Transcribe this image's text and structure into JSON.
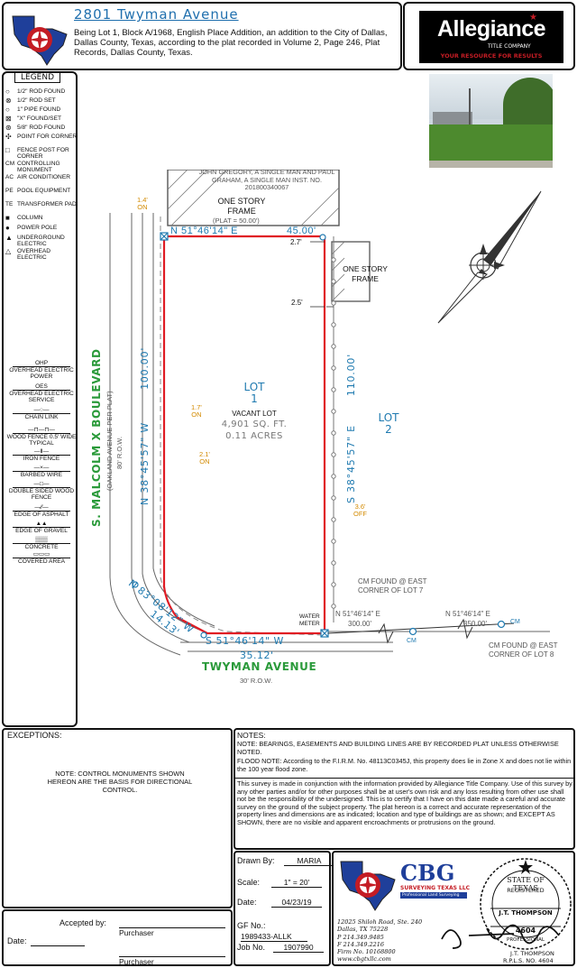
{
  "header": {
    "title": "2801 Twyman Avenue",
    "description": "Being Lot 1, Block A/1968, English Place Addition, an addition to the City of Dallas, Dallas County, Texas, according to the plat recorded in Volume 2, Page 246, Plat Records, Dallas County, Texas.",
    "brand_name": "Allegiance",
    "brand_sub": "TITLE COMPANY",
    "brand_tagline": "YOUR RESOURCE FOR RESULTS"
  },
  "legend": {
    "title": "LEGEND",
    "items": [
      "1/2\" ROD FOUND",
      "1/2\" ROD SET",
      "1\" PIPE FOUND",
      "\"X\" FOUND/SET",
      "5/8\" ROD FOUND",
      "POINT FOR CORNER",
      "FENCE POST FOR CORNER",
      "CONTROLLING MONUMENT",
      "AIR CONDITIONER",
      "POOL EQUIPMENT",
      "TRANSFORMER PAD",
      "COLUMN",
      "POWER POLE",
      "UNDERGROUND ELECTRIC",
      "OVERHEAD ELECTRIC"
    ],
    "prefixes": [
      "",
      "",
      "",
      "",
      "",
      "",
      "",
      "CM",
      "AC",
      "PE",
      "TE",
      "",
      "",
      "",
      ""
    ],
    "lines": [
      "OVERHEAD ELECTRIC POWER",
      "OVERHEAD ELECTRIC SERVICE",
      "CHAIN LINK",
      "WOOD FENCE 0.5' WIDE TYPICAL",
      "IRON FENCE",
      "BARBED WIRE",
      "DOUBLE SIDED WOOD FENCE",
      "EDGE OF ASPHALT",
      "EDGE OF GRAVEL",
      "CONCRETE",
      "COVERED AREA"
    ],
    "line_codes": [
      "OHP",
      "OES"
    ]
  },
  "plat": {
    "neighbor_owner": "JOHN GREGORY, A SINGLE MAN AND PAUL GRAHAM, A SINGLE MAN INST. NO. 201800340067",
    "one_story_frame_1": "ONE STORY FRAME",
    "plat_dim": "(PLAT = 50.00')",
    "one_story_frame_2": "ONE STORY FRAME",
    "top_bearing": "N 51°46'14\" E",
    "top_dist": "45.00'",
    "d_2_7": "2.7'",
    "d_2_5": "2.5'",
    "d_1_4": "1.4'",
    "d_1_4_sub": "ON",
    "d_1_7": "1.7'",
    "d_1_7_sub": "ON",
    "d_2_1": "2.1'",
    "d_2_1_sub": "ON",
    "d_3_6": "3.6'",
    "d_3_6_sub": "OFF",
    "lot1": "LOT",
    "lot1_num": "1",
    "vacant": "VACANT LOT",
    "area_sqft": "4,901 SQ. FT.",
    "area_acres": "0.11 ACRES",
    "lot2": "LOT",
    "lot2_num": "2",
    "east_bearing": "S 38°45'57\" E",
    "east_dist": "110.00'",
    "west_bearing": "N 38°45'57\" W",
    "west_dist": "100.00'",
    "street_w_name": "S. MALCOLM X BOULEVARD",
    "street_w_old": "(OAKLAND AVENUE PER PLAT)",
    "street_w_row": "80' R.O.W.",
    "chord_bearing": "N 83°08'12\" W",
    "chord_dist": "14.13'",
    "south_bearing": "S 51°46'14\" W",
    "south_dist": "35.12'",
    "street_s_name": "TWYMAN AVENUE",
    "street_s_row": "30' R.O.W.",
    "water_meter": "WATER METER",
    "cm_found_7": "CM FOUND @ EAST CORNER OF LOT 7",
    "cm_found_8": "CM FOUND @ EAST CORNER OF LOT 8",
    "bearing_300": "N 51°46'14\" E",
    "dist_300": "300.00'",
    "bearing_350": "N 51°46'14\" E",
    "dist_350": "350.00'",
    "cm": "CM"
  },
  "exceptions": {
    "heading": "EXCEPTIONS:",
    "text": "NOTE: CONTROL MONUMENTS SHOWN HEREON ARE THE BASIS FOR DIRECTIONAL CONTROL."
  },
  "notes": {
    "heading": "NOTES:",
    "note1": "NOTE: BEARINGS, EASEMENTS AND BUILDING LINES ARE BY RECORDED PLAT UNLESS OTHERWISE NOTED.",
    "flood": "FLOOD NOTE: According to the F.I.R.M. No. 48113C0345J, this property does lie in Zone X and does not lie within the 100 year flood zone.",
    "certification": "This survey is made in conjunction with the information provided by Allegiance Title Company. Use of this survey by any other parties and/or for other purposes shall be at user's own risk and any loss resulting from other use shall not be the responsibility of the undersigned. This is to certify that I have on this date made a careful and accurate survey on the ground of the subject property. The plat hereon is a correct and accurate representation of the property lines and dimensions are as indicated; location and type of buildings are as shown; and EXCEPT AS SHOWN, there are no visible and apparent encroachments or protrusions on the ground."
  },
  "acceptance": {
    "accepted_by": "Accepted by:",
    "purchaser1": "Purchaser",
    "date": "Date:",
    "purchaser2": "Purchaser"
  },
  "drawn": {
    "drawn_label": "Drawn By:",
    "drawn_value": "MARIA",
    "scale_label": "Scale:",
    "scale_value": "1\" = 20'",
    "date_label": "Date:",
    "date_value": "04/23/19",
    "gf_label": "GF No.:",
    "gf_value": "1989433-ALLK",
    "job_label": "Job No.",
    "job_value": "1907990"
  },
  "surveyor": {
    "logo": "CBG",
    "logo_sub": "SURVEYING TEXAS LLC",
    "logo_tag": "Professional Land Surveying",
    "address1": "12025 Shiloh Road, Ste. 240",
    "address2": "Dallas, TX 75228",
    "phone": "P 214.349.9485",
    "fax": "F 214.349.2216",
    "firm": "Firm No. 10168800",
    "web": "www.cbgtxllc.com",
    "seal_top": "STATE OF TEXAS",
    "seal_reg": "REGISTERED",
    "seal_name": "J.T. THOMPSON",
    "seal_no": "4604",
    "seal_bottom": "PROFESSIONAL",
    "sig_name": "J.T. THOMPSON",
    "sig_no": "R.P.L.S. NO. 4604"
  },
  "colors": {
    "boundary": "#e01c24",
    "dimension": "#1f7ab0",
    "street": "#2a9a3a",
    "offset": "#d38a00",
    "brand_red": "#c41c24"
  }
}
